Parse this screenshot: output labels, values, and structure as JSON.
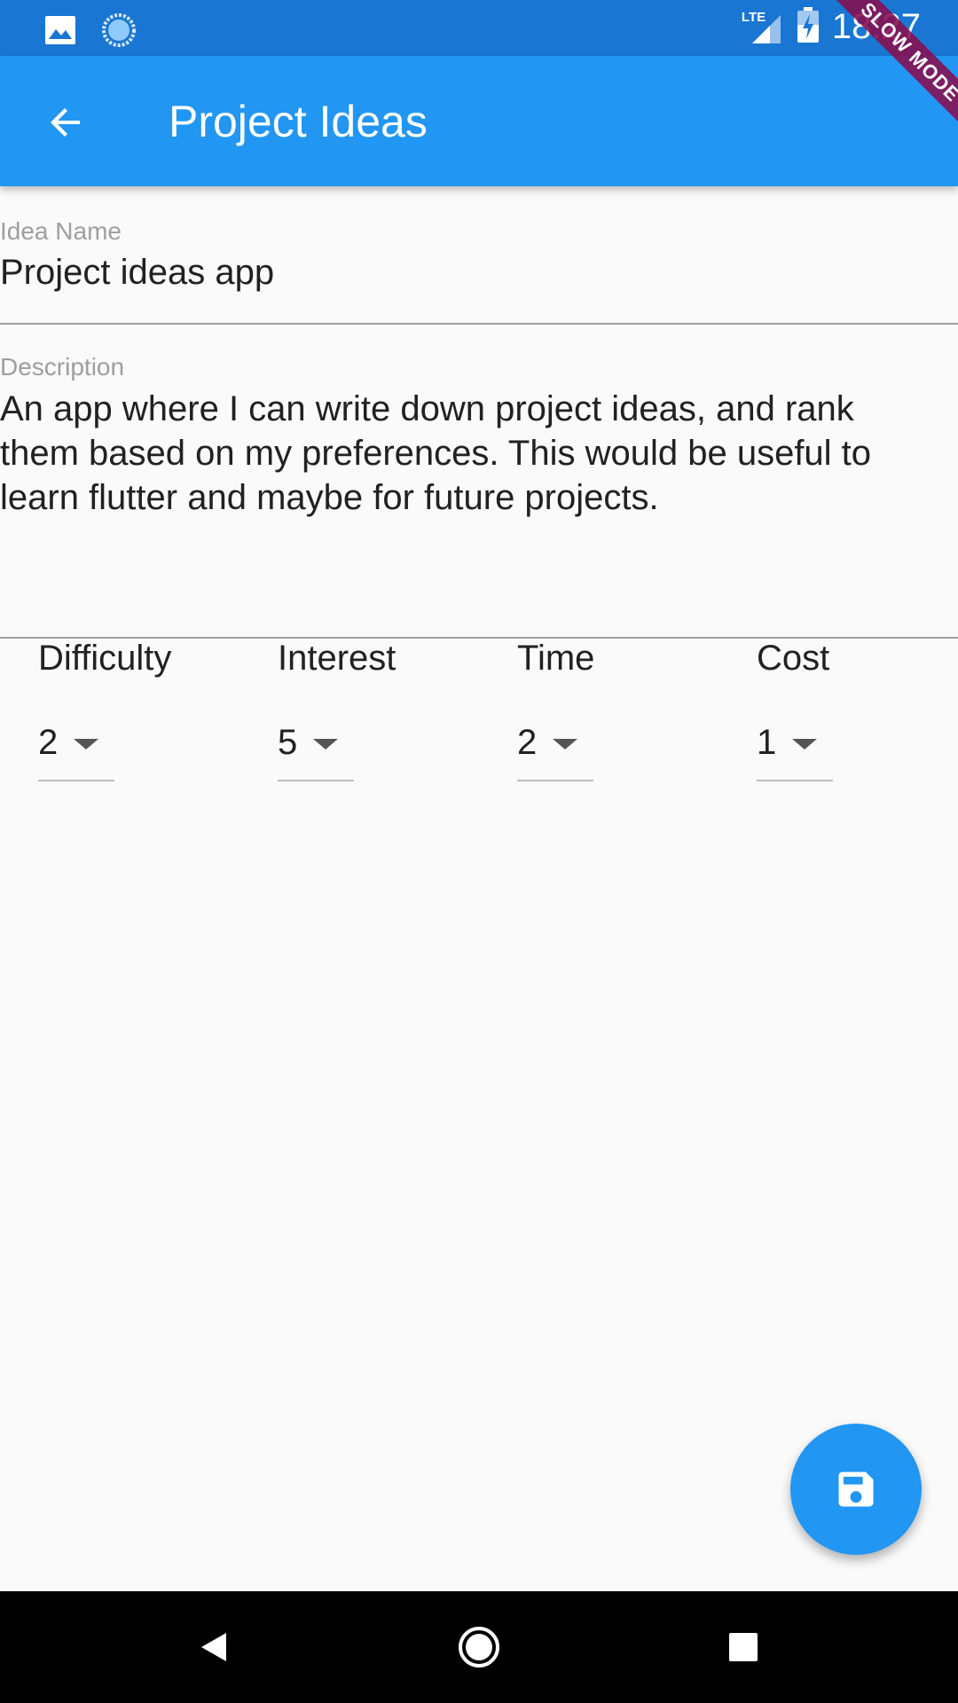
{
  "status_bar": {
    "time": "18:27",
    "network": "LTE",
    "icons": [
      "image-icon",
      "sync-icon",
      "signal-icon",
      "battery-charging-icon"
    ]
  },
  "debug_banner": "SLOW MODE",
  "app_bar": {
    "title": "Project Ideas",
    "back_icon": "arrow-back-icon",
    "color": "#2196f3"
  },
  "form": {
    "idea_name": {
      "label": "Idea Name",
      "value": "Project ideas app"
    },
    "description": {
      "label": "Description",
      "value": "An app where I can write down project ideas, and rank them based on my preferences. This would be useful to learn flutter and maybe for future projects."
    },
    "ratings": [
      {
        "label": "Difficulty",
        "value": "2"
      },
      {
        "label": "Interest",
        "value": "5"
      },
      {
        "label": "Time",
        "value": "2"
      },
      {
        "label": "Cost",
        "value": "1"
      }
    ]
  },
  "fab": {
    "icon": "save-icon",
    "color": "#2196f3"
  },
  "nav_bar": {
    "icons": [
      "nav-back-icon",
      "nav-home-icon",
      "nav-recents-icon"
    ]
  }
}
